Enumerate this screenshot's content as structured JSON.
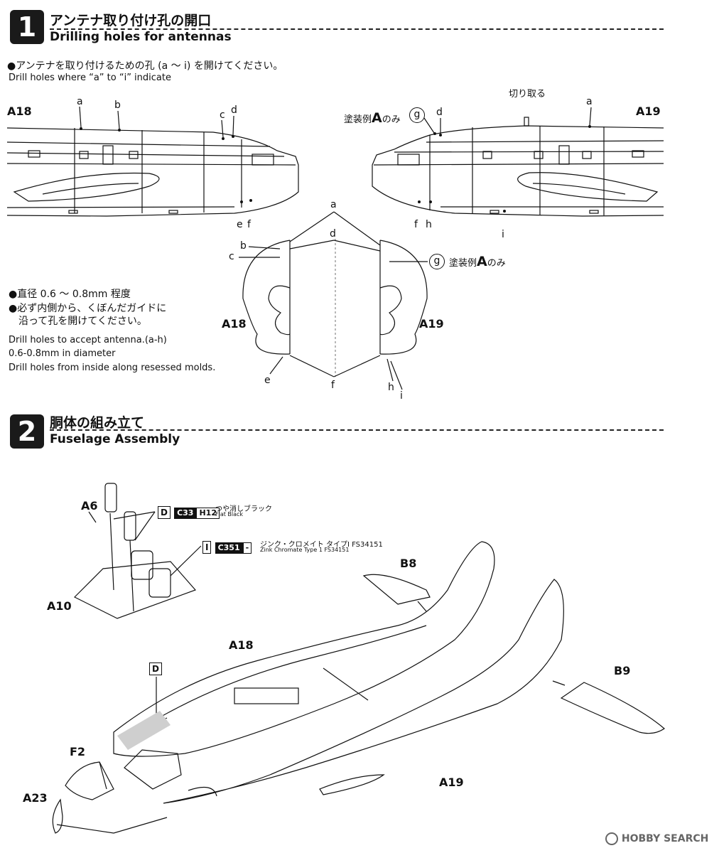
{
  "step1": {
    "number": "1",
    "title_jp": "アンテナ取り付け孔の開口",
    "title_en": "Drilling holes for antennas",
    "instr_jp": "●アンテナを取り付けるための孔 (a ～ i) を開けてください。",
    "instr_en": "Drill holes where “a” to “i” indicate",
    "left_part": "A18",
    "right_part": "A19",
    "cut_label": "切り取る",
    "scheme_prefix": "塗装例",
    "scheme_letter": "A",
    "scheme_suffix": "のみ",
    "letters": [
      "a",
      "b",
      "c",
      "d",
      "e",
      "f",
      "g",
      "h",
      "i"
    ],
    "note_jp_1": "●直径 0.6 ～ 0.8mm 程度",
    "note_jp_2": "●必ず内側から、くぼんだガイドに",
    "note_jp_3": "沿って孔を開けてください。",
    "note_en_1": "Drill holes to accept antenna.(a-h)",
    "note_en_2": "0.6-0.8mm in diameter",
    "note_en_3": "Drill holes from inside along resessed molds."
  },
  "step2": {
    "number": "2",
    "title_jp": "胴体の組み立て",
    "title_en": "Fuselage Assembly",
    "parts": {
      "a6": "A6",
      "a10": "A10",
      "b8": "B8",
      "a18": "A18",
      "b9": "B9",
      "f2": "F2",
      "a23": "A23",
      "a19": "A19",
      "d": "D",
      "i": "I"
    },
    "paint_d": {
      "ref": "D",
      "code1": "C33",
      "code2": "H12",
      "name_jp": "つや消しブラック",
      "name_en": "Flat Black"
    },
    "paint_i": {
      "ref": "I",
      "code1": "C351",
      "code2": "-",
      "name_jp": "ジンク・クロメイト タイプI FS34151",
      "name_en": "Zink Chromate Type 1 FS34151"
    }
  },
  "watermark": "HOBBY SEARCH",
  "colors": {
    "ink": "#111111",
    "panel": "#cfcfcf",
    "background": "#ffffff"
  }
}
